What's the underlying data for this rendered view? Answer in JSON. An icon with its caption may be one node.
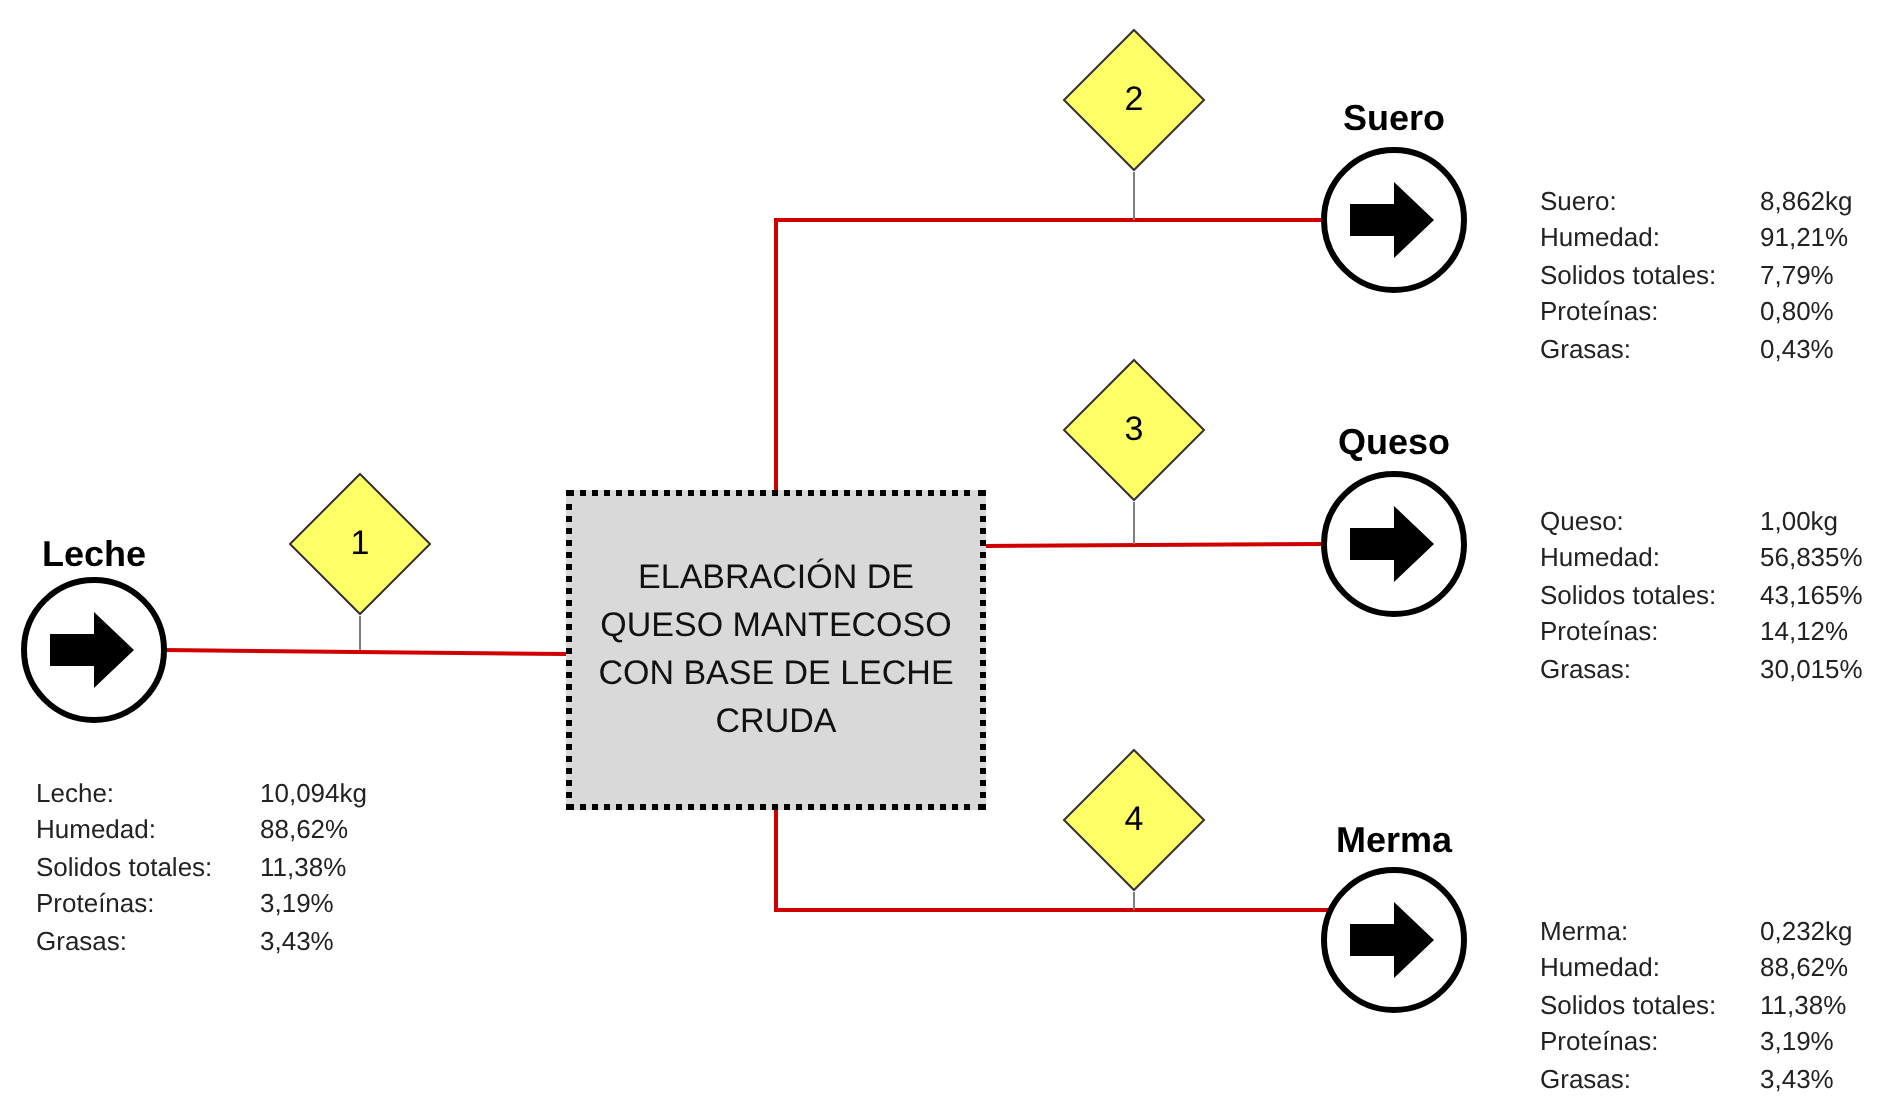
{
  "diagram": {
    "nodes": [
      {
        "text": [
          "Leche"
        ],
        "beside": [
          "Leche:",
          "10,094kg",
          "Humedad:",
          "88,62%",
          "Solidos totales:",
          "11,38%",
          "Proteínas:",
          "3,19%",
          "Grasas:",
          "3,43%"
        ]
      },
      {
        "text": [
          "ELABRACIÓN DE QUESO MANTECOSO CON BASE DE LECHE CRUDA"
        ]
      },
      {
        "text": [
          "Suero"
        ],
        "beside": [
          "Suero:",
          "8,862kg",
          "Humedad:",
          "91,21%",
          "Solidos totales:",
          "7,79%",
          "Proteínas:",
          "0,80%",
          "Grasas:",
          "0,43%"
        ]
      },
      {
        "text": [
          "Queso"
        ],
        "beside": [
          "Queso:",
          "1,00kg",
          "Humedad:",
          "56,835%",
          "Solidos totales:",
          "43,165%",
          "Proteínas:",
          "14,12%",
          "Grasas:",
          "30,015%"
        ]
      },
      {
        "text": [
          "Merma"
        ],
        "beside": [
          "Merma:",
          "0,232kg",
          "Humedad:",
          "88,62%",
          "Solidos totales:",
          "11,38%",
          "Proteínas:",
          "3,19%",
          "Grasas:",
          "3,43%"
        ]
      },
      {
        "text": [
          "1"
        ]
      },
      {
        "text": [
          "2"
        ]
      },
      {
        "text": [
          "3"
        ]
      },
      {
        "text": [
          "4"
        ]
      }
    ],
    "edges": [
      {
        "from": 0,
        "to": 1,
        "arrow": "none"
      },
      {
        "from": 1,
        "to": 2,
        "arrow": "none"
      },
      {
        "from": 1,
        "to": 3,
        "arrow": "none"
      },
      {
        "from": 1,
        "to": 4,
        "arrow": "none"
      },
      {
        "from": 5,
        "to": null,
        "arrow": "none",
        "color": "#7f7f7f"
      },
      {
        "from": 6,
        "to": null,
        "arrow": "none",
        "color": "#7f7f7f"
      },
      {
        "from": 7,
        "to": null,
        "arrow": "none",
        "color": "#7f7f7f"
      },
      {
        "from": 8,
        "to": null,
        "arrow": "none",
        "color": "#7f7f7f"
      }
    ]
  }
}
